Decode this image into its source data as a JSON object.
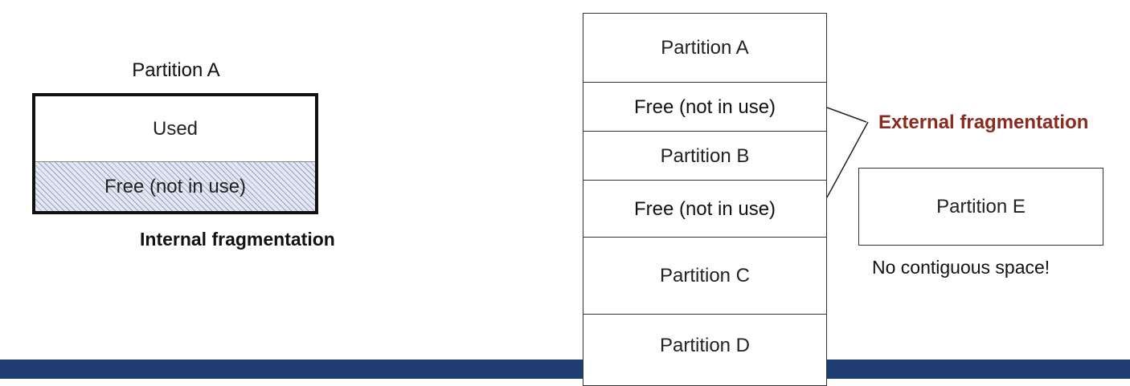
{
  "internal": {
    "title": "Partition A",
    "used_label": "Used",
    "free_label": "Free (not in use)",
    "caption": "Internal fragmentation"
  },
  "stack": {
    "partition_a": "Partition A",
    "free_1": "Free (not in use)",
    "partition_b": "Partition B",
    "free_2": "Free (not in use)",
    "partition_c": "Partition C",
    "partition_d": "Partition D"
  },
  "external": {
    "label": "External fragmentation",
    "label_color": "#8b2a1e",
    "partition_e": "Partition E",
    "note": "No contiguous space!"
  },
  "colors": {
    "footer_bar": "#1e3d73",
    "hatch_fill": "#e4e8f2"
  }
}
